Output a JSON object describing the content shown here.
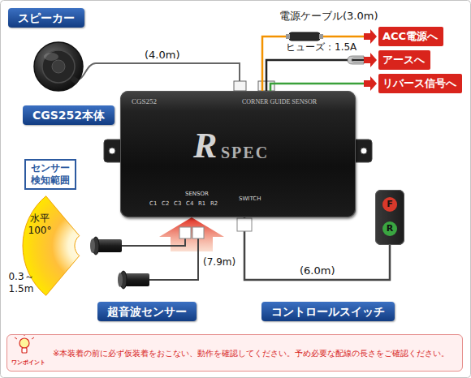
{
  "diagram": {
    "nodes": [
      {
        "text": [
          "スピーカー"
        ]
      },
      {
        "text": [
          "ACC電源へ"
        ]
      },
      {
        "text": [
          "アースへ"
        ]
      },
      {
        "text": [
          "リバース信号へ"
        ]
      },
      {
        "text": [
          "CGS252本体"
        ]
      },
      {
        "text": [
          "CGS252",
          "CORNER GUIDE SENSOR",
          "R",
          "SPEC",
          "SENSOR",
          "C1",
          "C2",
          "C3",
          "C4",
          "R1",
          "R2",
          "SWITCH"
        ]
      },
      {
        "text": [
          "センサー 検知範囲"
        ]
      },
      {
        "text": [
          "F",
          "R"
        ]
      },
      {
        "text": [
          "超音波センサー"
        ]
      },
      {
        "text": [
          "コントロールスイッチ"
        ]
      },
      {
        "text": [
          "ワンポイント",
          "※本装着の前に必ず仮装着をおこない、動作を確認してください。予め必要な配線の長さをご確認ください。"
        ]
      }
    ],
    "edges": [
      {
        "from": 5,
        "to": 1,
        "arrow": "none"
      },
      {
        "from": 5,
        "to": 2,
        "arrow": "none"
      },
      {
        "from": 5,
        "to": 3,
        "arrow": "none"
      },
      {
        "from": 5,
        "to": 7,
        "label": "(6.0m)",
        "arrow": "none"
      }
    ],
    "labels": [
      "(4.0m)",
      "電源ケーブル(3.0m)",
      "ヒューズ：1.5A",
      "水平 100°",
      "0.3～ 1.5m",
      "(7.9m)"
    ]
  }
}
